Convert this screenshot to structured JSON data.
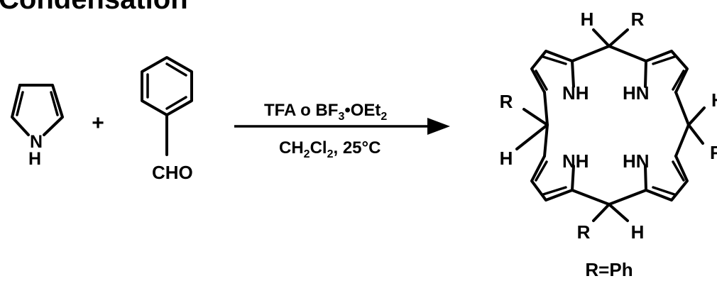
{
  "title": "Condensation",
  "pyrrole": {
    "nh": "N",
    "h": "H"
  },
  "plus": "+",
  "benzaldehyde": {
    "group": "CHO"
  },
  "conditions": {
    "above": {
      "pre": "TFA o BF",
      "sub1": "3",
      "mid": "•OEt",
      "sub2": "2"
    },
    "below": {
      "pre": "CH",
      "sub1": "2",
      "mid": "Cl",
      "sub2": "2",
      "post": ", 25°C"
    }
  },
  "product": {
    "labels": {
      "h": "H",
      "r": "R",
      "nh": "NH",
      "hn": "HN"
    },
    "caption": "R=Ph"
  }
}
